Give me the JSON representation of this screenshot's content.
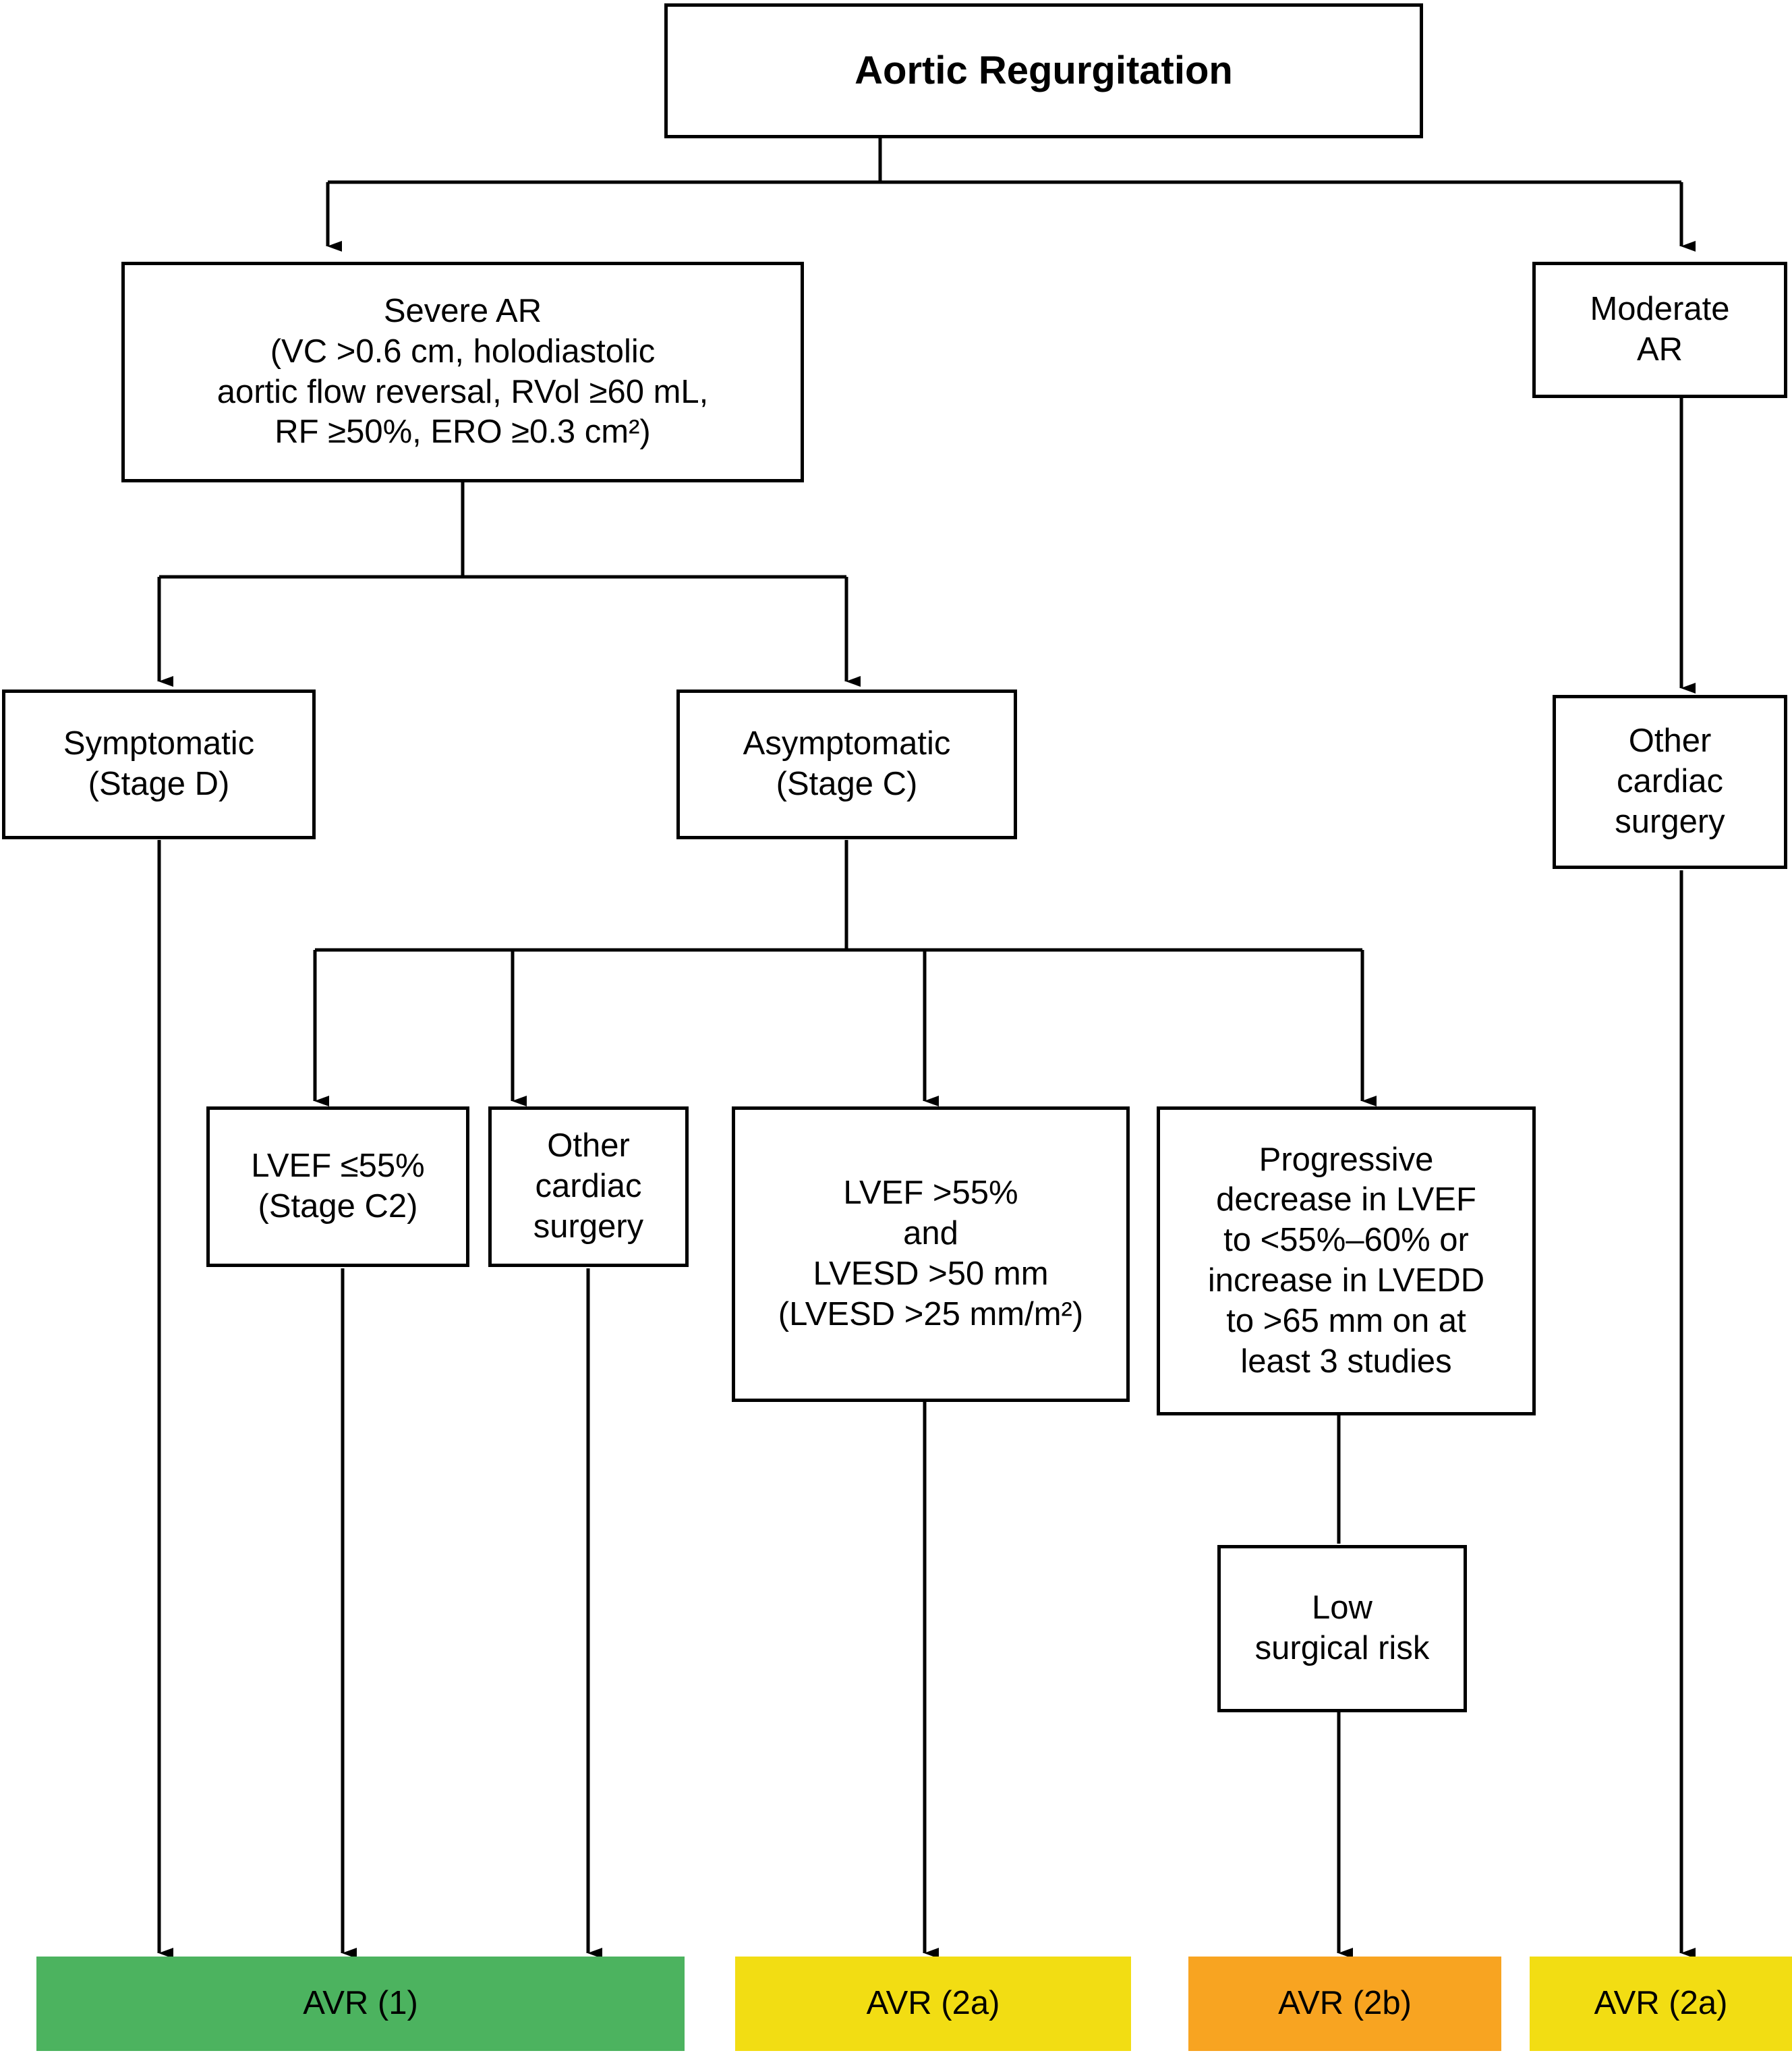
{
  "diagram": {
    "title": "Aortic Regurgitation",
    "type": "clinical-decision-flowchart",
    "colors": {
      "green": "#4CB35F",
      "yellow": "#F2DD13",
      "orange": "#F8A421",
      "stroke": "#000000",
      "background": "#FFFFFF"
    },
    "nodes": {
      "root": "Aortic Regurgitation",
      "severe_ar": "Severe AR\n(VC >0.6 cm, holodiastolic\naortic flow reversal, RVol ≥60 mL,\nRF ≥50%, ERO ≥0.3 cm²)",
      "moderate_ar": "Moderate\nAR",
      "symptomatic": "Symptomatic\n(Stage D)",
      "asymptomatic": "Asymptomatic\n(Stage C)",
      "other_cardiac_surgery_right": "Other\ncardiac\nsurgery",
      "lvef_55_c2": "LVEF ≤55%\n(Stage C2)",
      "other_cardiac_surgery_mid": "Other\ncardiac\nsurgery",
      "lvef_lvesd": "LVEF >55%\nand\nLVESD >50 mm\n(LVESD >25 mm/m²)",
      "progressive": "Progressive\ndecrease in LVEF\nto <55%–60% or\nincrease in LVEDD\nto >65 mm on at\nleast 3 studies",
      "low_surgical_risk": "Low\nsurgical risk"
    },
    "outcomes": [
      {
        "id": "avr-1",
        "label": "AVR (1)",
        "color": "#4CB35F",
        "class_of_recommendation": "1"
      },
      {
        "id": "avr-2a-mid",
        "label": "AVR (2a)",
        "color": "#F2DD13",
        "class_of_recommendation": "2a"
      },
      {
        "id": "avr-2b",
        "label": "AVR (2b)",
        "color": "#F8A421",
        "class_of_recommendation": "2b"
      },
      {
        "id": "avr-2a-right",
        "label": "AVR (2a)",
        "color": "#F2DD13",
        "class_of_recommendation": "2a"
      }
    ],
    "edges": [
      {
        "from": "root",
        "to": "severe_ar"
      },
      {
        "from": "root",
        "to": "moderate_ar"
      },
      {
        "from": "severe_ar",
        "to": "symptomatic"
      },
      {
        "from": "severe_ar",
        "to": "asymptomatic"
      },
      {
        "from": "moderate_ar",
        "to": "other_cardiac_surgery_right"
      },
      {
        "from": "other_cardiac_surgery_right",
        "to": "avr-2a-right"
      },
      {
        "from": "symptomatic",
        "to": "avr-1"
      },
      {
        "from": "asymptomatic",
        "to": "lvef_55_c2"
      },
      {
        "from": "asymptomatic",
        "to": "other_cardiac_surgery_mid"
      },
      {
        "from": "asymptomatic",
        "to": "lvef_lvesd"
      },
      {
        "from": "asymptomatic",
        "to": "progressive"
      },
      {
        "from": "lvef_55_c2",
        "to": "avr-1"
      },
      {
        "from": "other_cardiac_surgery_mid",
        "to": "avr-1"
      },
      {
        "from": "lvef_lvesd",
        "to": "avr-2a-mid"
      },
      {
        "from": "progressive",
        "to": "low_surgical_risk"
      },
      {
        "from": "low_surgical_risk",
        "to": "avr-2b"
      }
    ]
  }
}
